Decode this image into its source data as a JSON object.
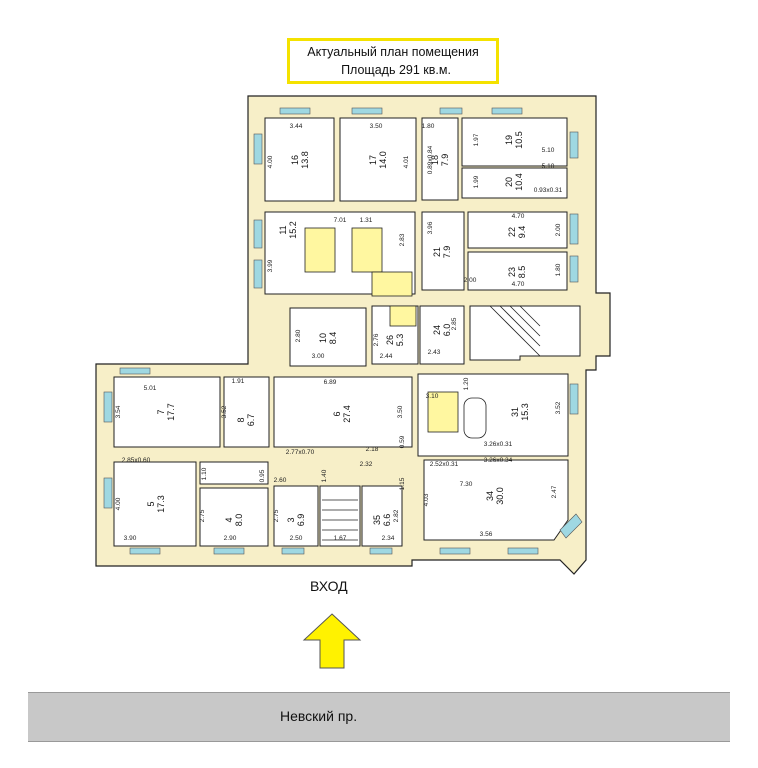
{
  "header": {
    "title": "Актуальный план помещения",
    "area": "Площадь 291 кв.м."
  },
  "entrance_label": "ВХОД",
  "street_label": "Невский пр.",
  "colors": {
    "wall": "#f7efc8",
    "wall_stroke": "#222222",
    "window": "#9fd8e2",
    "highlight": "#f4e200",
    "arrow": "#fff200",
    "street": "#c8c8c8"
  },
  "rooms": [
    {
      "id": "16",
      "area": "13.8"
    },
    {
      "id": "17",
      "area": "14.0"
    },
    {
      "id": "18",
      "area": "7.9"
    },
    {
      "id": "19",
      "area": "10.5"
    },
    {
      "id": "20",
      "area": "10.4"
    },
    {
      "id": "11",
      "area": "15.2"
    },
    {
      "id": "21",
      "area": "7.9"
    },
    {
      "id": "22",
      "area": "9.4"
    },
    {
      "id": "23",
      "area": "8.5"
    },
    {
      "id": "10",
      "area": "8.4"
    },
    {
      "id": "26",
      "area": "5.3"
    },
    {
      "id": "24",
      "area": "6.0"
    },
    {
      "id": "7",
      "area": "17.7"
    },
    {
      "id": "8",
      "area": "6.7"
    },
    {
      "id": "6",
      "area": "27.4"
    },
    {
      "id": "31",
      "area": "15.3"
    },
    {
      "id": "5",
      "area": "17.3"
    },
    {
      "id": "4",
      "area": "8.0"
    },
    {
      "id": "3",
      "area": "6.9"
    },
    {
      "id": "35",
      "area": "6.6"
    },
    {
      "id": "34",
      "area": "30.0"
    }
  ],
  "dimensions": [
    "3.44",
    "3.50",
    "4.00",
    "4.01",
    "1.80",
    "1.97",
    "5.10",
    "0.89x0.84",
    "1.99",
    "5.10",
    "0.93x0.31",
    "7.01",
    "1.31",
    "2.83",
    "3.96",
    "4.70",
    "2.00",
    "3.99",
    "1.80",
    "4.70",
    "2.00",
    "2.80",
    "3.00",
    "2.76",
    "2.44",
    "2.85",
    "2.43",
    "5.01",
    "1.91",
    "3.54",
    "3.52",
    "6.89",
    "3.50",
    "3.10",
    "1.20",
    "3.52",
    "2.85x0.60",
    "1.10",
    "2.77x0.70",
    "2.18",
    "0.59",
    "3.26x0.31",
    "3.26x0.34",
    "2.52x0.31",
    "4.00",
    "2.75",
    "2.75",
    "2.60",
    "1.40",
    "2.32",
    "7.30",
    "2.47",
    "4.03",
    "3.90",
    "2.90",
    "2.50",
    "1.67",
    "2.34",
    "2.82",
    "3.56",
    "0.95",
    "1.15"
  ]
}
